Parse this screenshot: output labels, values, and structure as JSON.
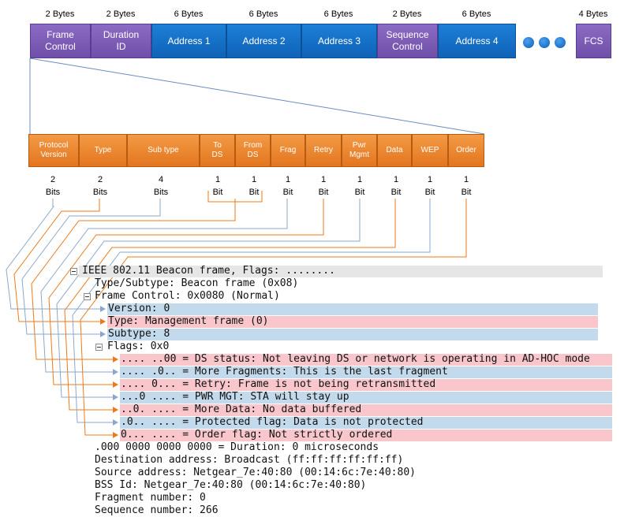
{
  "frame_fields": [
    {
      "bytes": "2 Bytes",
      "label": "Frame\nControl"
    },
    {
      "bytes": "2 Bytes",
      "label": "Duration\nID"
    },
    {
      "bytes": "6 Bytes",
      "label": "Address 1"
    },
    {
      "bytes": "6 Bytes",
      "label": "Address 2"
    },
    {
      "bytes": "6 Bytes",
      "label": "Address 3"
    },
    {
      "bytes": "2 Bytes",
      "label": "Sequence\nControl"
    },
    {
      "bytes": "6 Bytes",
      "label": "Address 4"
    },
    {
      "bytes": "4 Bytes",
      "label": "FCS"
    }
  ],
  "fc_fields": [
    {
      "label": "Protocol\nVersion",
      "bits": "2\nBits"
    },
    {
      "label": "Type",
      "bits": "2\nBits"
    },
    {
      "label": "Sub type",
      "bits": "4\nBits"
    },
    {
      "label": "To\nDS",
      "bits": "1\nBit"
    },
    {
      "label": "From\nDS",
      "bits": "1\nBit"
    },
    {
      "label": "Frag",
      "bits": "1\nBit"
    },
    {
      "label": "Retry",
      "bits": "1\nBit"
    },
    {
      "label": "Pwr\nMgmt",
      "bits": "1\nBit"
    },
    {
      "label": "Data",
      "bits": "1\nBit"
    },
    {
      "label": "WEP",
      "bits": "1\nBit"
    },
    {
      "label": "Order",
      "bits": "1\nBit"
    }
  ],
  "colors": {
    "purple": "#7b5bb6",
    "blue": "#1570c8",
    "orange": "#ee8a30",
    "wire_blue": "#8aa8cc",
    "wire_orange": "#ee7a1a"
  },
  "decode": [
    {
      "text": "IEEE 802.11 Beacon frame, Flags: ........",
      "hl": "gray",
      "toggle": true
    },
    {
      "text": "Type/Subtype: Beacon frame (0x08)"
    },
    {
      "text": "Frame Control: 0x0080 (Normal)",
      "toggle": true
    },
    {
      "text": "Version: 0",
      "hl": "blue"
    },
    {
      "text": "Type: Management frame (0)",
      "hl": "pink"
    },
    {
      "text": "Subtype: 8",
      "hl": "blue"
    },
    {
      "text": "Flags: 0x0",
      "toggle": true
    },
    {
      "text": ".... ..00 = DS status: Not leaving DS or network is operating in AD-HOC mode",
      "hl": "pink"
    },
    {
      "text": ".... .0.. = More Fragments: This is the last fragment",
      "hl": "blue"
    },
    {
      "text": ".... 0... = Retry: Frame is not being retransmitted",
      "hl": "pink"
    },
    {
      "text": "...0 .... = PWR MGT: STA will stay up",
      "hl": "blue"
    },
    {
      "text": "..0. .... = More Data: No data buffered",
      "hl": "pink"
    },
    {
      "text": ".0.. .... = Protected flag: Data is not protected",
      "hl": "blue"
    },
    {
      "text": "0... .... = Order flag: Not strictly ordered",
      "hl": "pink"
    },
    {
      "text": ".000 0000 0000 0000 = Duration: 0 microseconds"
    },
    {
      "text": "Destination address: Broadcast (ff:ff:ff:ff:ff:ff)"
    },
    {
      "text": "Source address: Netgear_7e:40:80 (00:14:6c:7e:40:80)"
    },
    {
      "text": "BSS Id: Netgear_7e:40:80 (00:14:6c:7e:40:80)"
    },
    {
      "text": "Fragment number: 0"
    },
    {
      "text": "Sequence number: 266"
    }
  ]
}
